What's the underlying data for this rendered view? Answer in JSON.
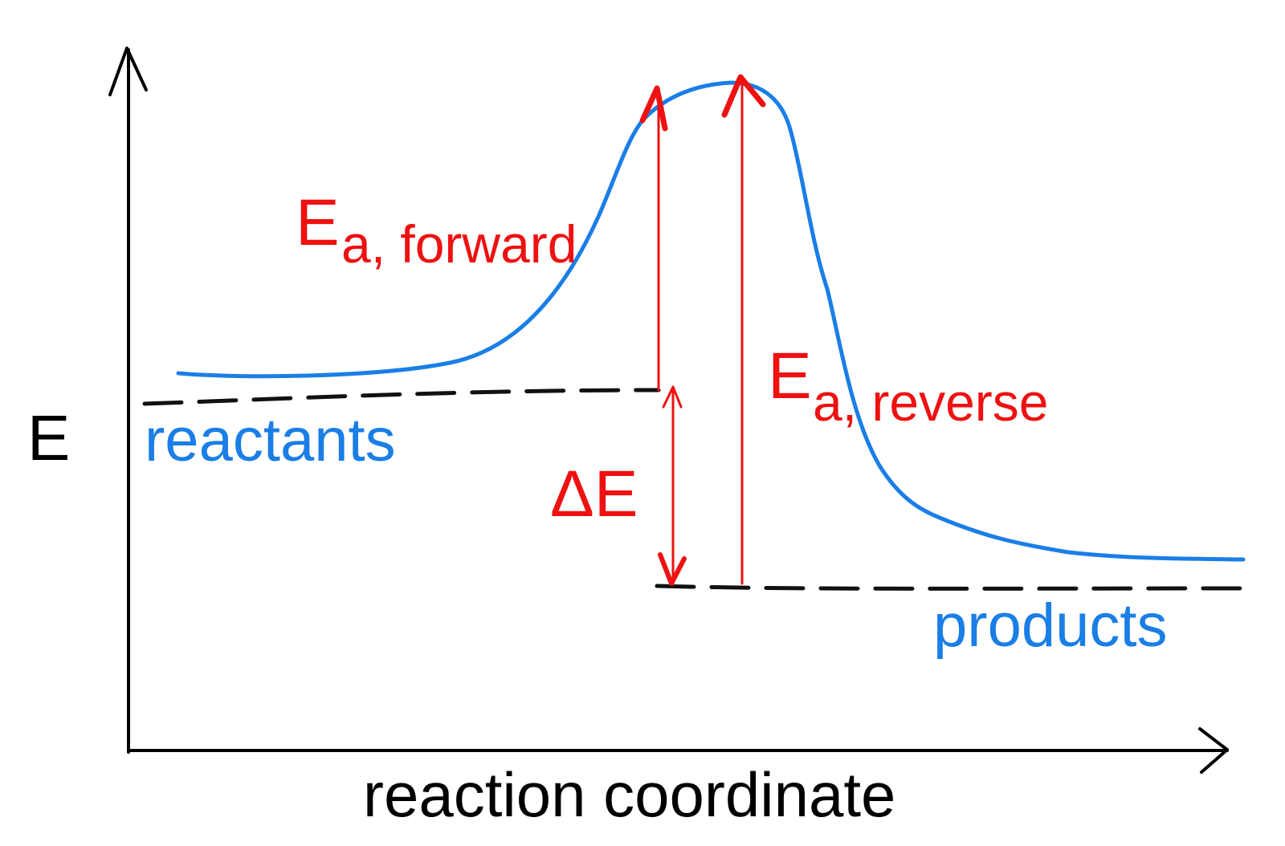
{
  "colors": {
    "axis": "#000000",
    "curve": "#1a7ee6",
    "annotation": "#ee1111",
    "guide": "#111111",
    "background": "#ffffff"
  },
  "labels": {
    "y_axis": "E",
    "x_axis": "reaction coordinate",
    "reactants": "reactants",
    "products": "products",
    "ea_forward_main": "E",
    "ea_forward_sub": "a, forward",
    "ea_reverse_main": "E",
    "ea_reverse_sub": "a, reverse",
    "delta_e": "ΔE"
  }
}
